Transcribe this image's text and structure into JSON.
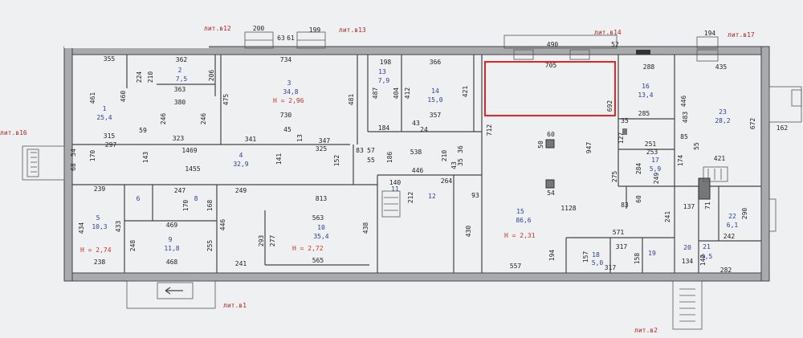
{
  "labels": {
    "lit_b12": "лит.в12",
    "lit_b13": "лит.в13",
    "lit_b14": "лит.в14",
    "lit_b17": "лит.в17",
    "lit_b16": "лит.в16",
    "lit_b1": "лит.в1",
    "lit_b2": "лит.в2"
  },
  "heights": {
    "h3": "Н = 2,96",
    "h10": "Н = 2,72",
    "h15": "Н = 2,31",
    "h5": "Н = 2,74"
  },
  "rooms": {
    "r1n": "1",
    "r1a": "25,4",
    "r2n": "2",
    "r2a": "7,5",
    "r3n": "3",
    "r3a": "34,8",
    "r4n": "4",
    "r4a": "32,9",
    "r5n": "5",
    "r5a": "10,3",
    "r6n": "6",
    "r8n": "8",
    "r9n": "9",
    "r9a": "11,8",
    "r10n": "10",
    "r10a": "35,4",
    "r11n": "11",
    "r12n": "12",
    "r13n": "13",
    "r13a": "7,9",
    "r14n": "14",
    "r14a": "15,0",
    "r15n": "15",
    "r15a": "86,6",
    "r16n": "16",
    "r16a": "13,4",
    "r17n": "17",
    "r17a": "5,9",
    "r18n": "18",
    "r18a": "5,0",
    "r19n": "19",
    "r20n": "20",
    "r21n": "21",
    "r21a": "4,5",
    "r22n": "22",
    "r22a": "6,1",
    "r23n": "23",
    "r23a": "28,2"
  },
  "dims": {
    "d200": "200",
    "d199": "199",
    "d490": "490",
    "d194": "194",
    "d63a": "63",
    "d61": "61",
    "d52": "52",
    "d355": "355",
    "d362": "362",
    "d734": "734",
    "d198": "198",
    "d366": "366",
    "d705": "705",
    "d288": "288",
    "d435": "435",
    "d461": "461",
    "d460": "460",
    "d224": "224",
    "d210": "210",
    "d206": "206",
    "d363": "363",
    "d380": "380",
    "d475": "475",
    "d246a": "246",
    "d246b": "246",
    "d730": "730",
    "d481": "481",
    "d487": "487",
    "d404": "404",
    "d412": "412",
    "d357": "357",
    "d421a": "421",
    "d712": "712",
    "d692": "692",
    "d285": "285",
    "d446a": "446",
    "d672": "672",
    "d162": "162",
    "d315": "315",
    "d59": "59",
    "d297": "297",
    "d323": "323",
    "d341": "341",
    "d45": "45",
    "d347": "347",
    "d184": "184",
    "d43": "43",
    "d24": "24",
    "d60": "60",
    "d50": "50",
    "d947": "947",
    "d35a": "35",
    "d127": "127",
    "d251": "251",
    "d85": "85",
    "d483": "483",
    "d54a": "54",
    "d170": "170",
    "d68": "68",
    "d143": "143",
    "d1469": "1469",
    "d152": "152",
    "d141": "141",
    "d13": "13",
    "d325": "325",
    "d83": "83",
    "d57": "57",
    "d55a": "55",
    "d186": "186",
    "d538": "538",
    "d210b": "210",
    "d36": "36",
    "d43b": "43",
    "d35b": "35",
    "d253": "253",
    "d284": "284",
    "d174": "174",
    "d55b": "55",
    "d421b": "421",
    "d1455": "1455",
    "d446b": "446",
    "d264": "264",
    "d275": "275",
    "d249a": "249",
    "d239": "239",
    "d247": "247",
    "d249b": "249",
    "d813": "813",
    "d140": "140",
    "d93": "93",
    "d54b": "54",
    "d1128": "1128",
    "d60b": "60",
    "d83b": "83",
    "d137": "137",
    "d71": "71",
    "d290": "290",
    "d434": "434",
    "d433": "433",
    "d170b": "170",
    "d168": "168",
    "d469": "469",
    "d446c": "446",
    "d563": "563",
    "d438": "438",
    "d212": "212",
    "d430": "430",
    "d241a": "241",
    "d248": "248",
    "d255": "255",
    "d293": "293",
    "d277": "277",
    "d571": "571",
    "d242": "242",
    "d317a": "317",
    "d194b": "194",
    "d157": "157",
    "d158": "158",
    "d142": "142",
    "d134": "134",
    "d238": "238",
    "d468": "468",
    "d241b": "241",
    "d565": "565",
    "d557": "557",
    "d317b": "317",
    "d282": "282"
  }
}
